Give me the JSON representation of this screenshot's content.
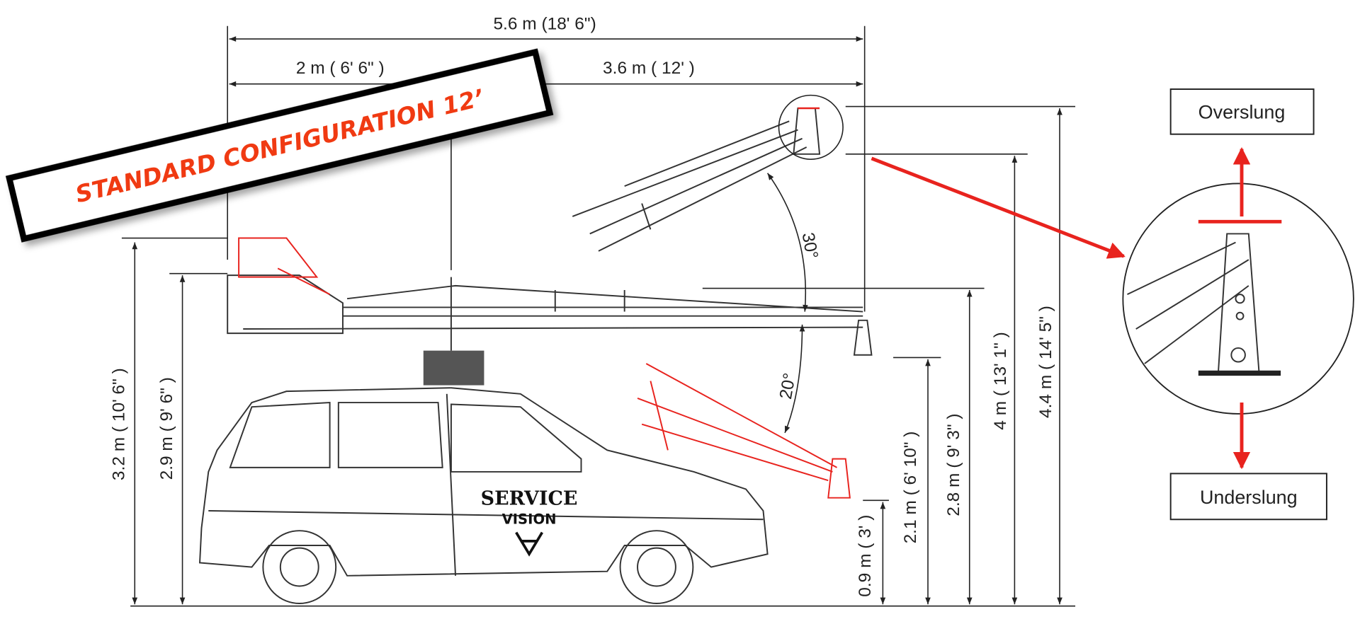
{
  "title": "STANDARD CONFIGURATION 12’",
  "dimensions": {
    "total_length": "5.6 m (18' 6\")",
    "rear_length": "2 m ( 6' 6\" )",
    "front_length": "3.6 m ( 12' )",
    "height_rear_top": "3.2 m ( 10' 6\" )",
    "height_rear_base": "2.9 m ( 9' 6\" )",
    "height_low_under": "0.9 m ( 3' )",
    "height_level_under": "2.1 m ( 6' 10\" )",
    "height_level": "2.8 m ( 9' 3\" )",
    "height_up_under": "4 m ( 13' 1\" )",
    "height_up_over": "4.4 m ( 14' 5\" )"
  },
  "angles": {
    "up": "30°",
    "down": "20°"
  },
  "modes": {
    "over": "Overslung",
    "under": "Underslung"
  },
  "vehicle_logo": {
    "line1": "SERVICE",
    "line2": "VISION"
  },
  "colors": {
    "accent": "#e8231e",
    "banner_text": "#f03a12"
  }
}
